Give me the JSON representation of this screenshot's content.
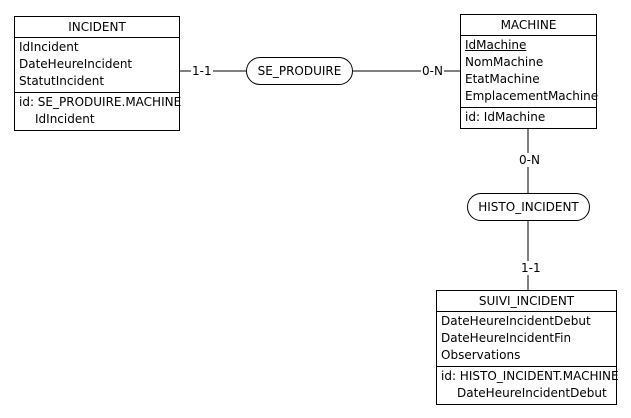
{
  "entities": {
    "incident": {
      "name": "INCIDENT",
      "attributes": [
        "IdIncident",
        "DateHeureIncident",
        "StatutIncident"
      ],
      "identifier": [
        "id: SE_PRODUIRE.MACHINE",
        "IdIncident"
      ]
    },
    "machine": {
      "name": "MACHINE",
      "attributes": [
        "IdMachine",
        "NomMachine",
        "EtatMachine",
        "EmplacementMachine"
      ],
      "identifier": [
        "id: IdMachine"
      ]
    },
    "suivi_incident": {
      "name": "SUIVI_INCIDENT",
      "attributes": [
        "DateHeureIncidentDebut",
        "DateHeureIncidentFin",
        "Observations"
      ],
      "identifier": [
        "id: HISTO_INCIDENT.MACHINE",
        "DateHeureIncidentDebut"
      ]
    }
  },
  "relationships": {
    "se_produire": {
      "name": "SE_PRODUIRE",
      "card_incident": "1-1",
      "card_machine": "0-N"
    },
    "histo_incident": {
      "name": "HISTO_INCIDENT",
      "card_machine": "0-N",
      "card_suivi": "1-1"
    }
  }
}
